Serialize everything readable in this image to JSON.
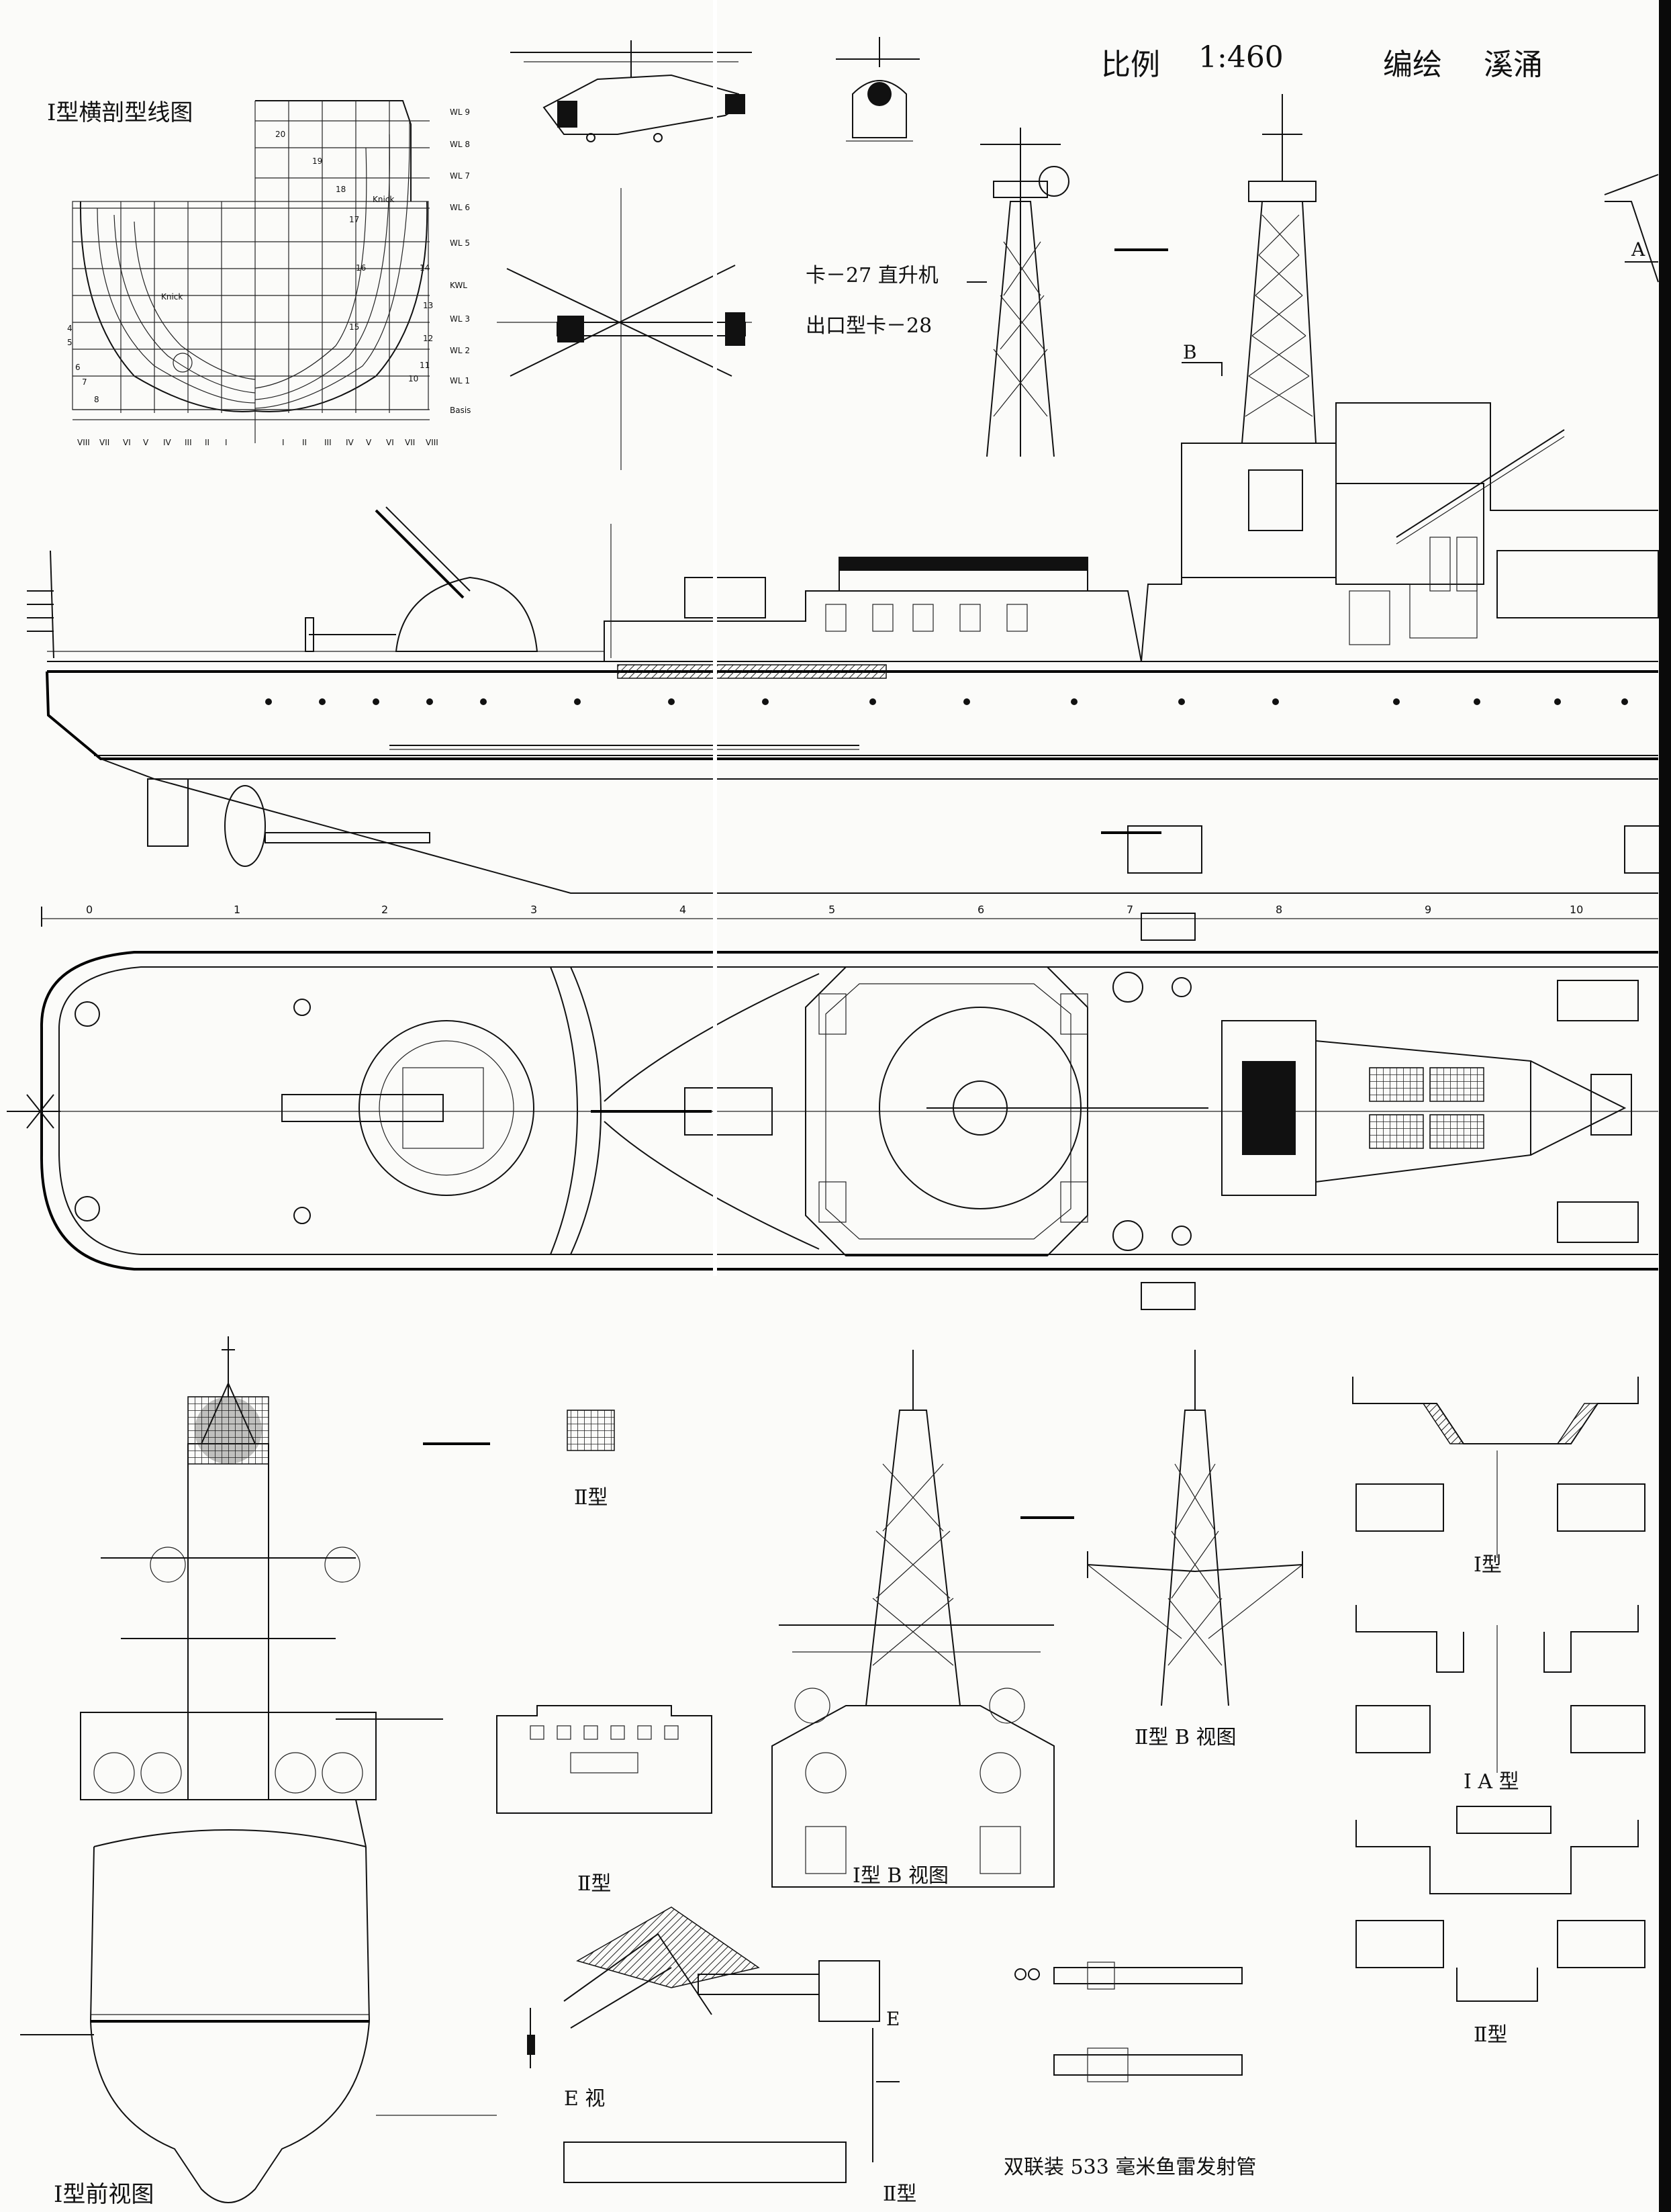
{
  "header": {
    "scale_label": "比例",
    "scale_value": "1:460",
    "author_label": "编绘",
    "author_name": "溪涌"
  },
  "body_plan": {
    "title": "Ⅰ型横剖型线图",
    "waterlines": [
      "WL 9",
      "WL 8",
      "WL 7",
      "WL 6",
      "WL 5",
      "KWL",
      "WL 3",
      "WL 2",
      "WL 1",
      "Basis"
    ],
    "station_numbers": [
      "20",
      "19",
      "18",
      "17",
      "16",
      "15",
      "14",
      "13",
      "12",
      "11",
      "10"
    ],
    "left_numbers": [
      "4",
      "5",
      "6",
      "7",
      "8"
    ],
    "knick_label": "Knick",
    "buttocks": [
      "VIII",
      "VII",
      "VI",
      "V",
      "IV",
      "III",
      "II",
      "I",
      "I",
      "II",
      "III",
      "IV",
      "V",
      "VI",
      "VII",
      "VIII"
    ]
  },
  "helicopter": {
    "line1": "卡－27 直升机",
    "line2": "出口型卡－28"
  },
  "section_marks": {
    "a": "A",
    "b": "B",
    "e": "E"
  },
  "frame_stations": [
    "0",
    "1",
    "2",
    "3",
    "4",
    "5",
    "6",
    "7",
    "8",
    "9",
    "10"
  ],
  "captions": {
    "type2_small": "Ⅱ型",
    "type2_bridge": "Ⅱ型",
    "type1_b_view": "Ⅰ型 B 视图",
    "type2_b_view": "Ⅱ型 B 视图",
    "type1": "Ⅰ型",
    "type1a": "Ⅰ A 型",
    "type2_right": "Ⅱ型",
    "e_view": "E 视",
    "type2_bottom": "Ⅱ型",
    "torpedo": "双联装 533 毫米鱼雷发射管",
    "front_view": "Ⅰ型前视图"
  }
}
